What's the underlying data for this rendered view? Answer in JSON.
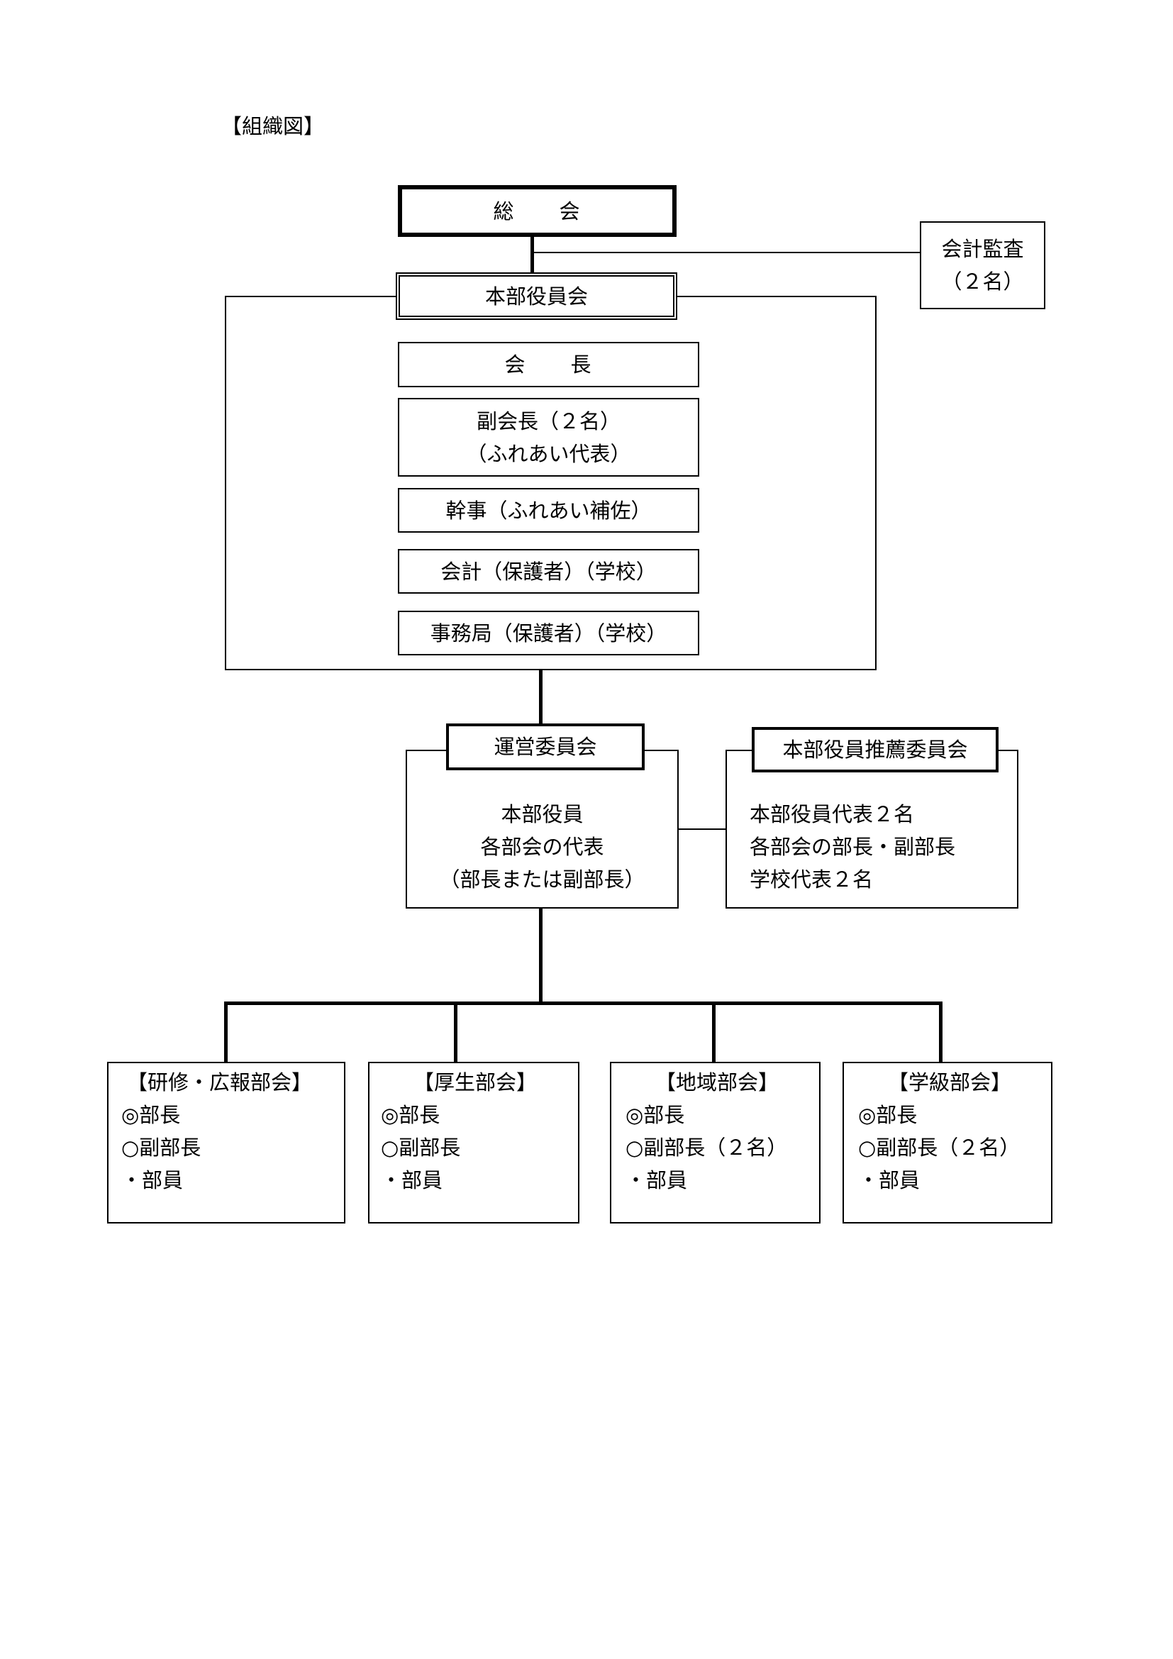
{
  "title": "【組織図】",
  "general_assembly": "総　　会",
  "audit": {
    "line1": "会計監査",
    "line2": "（２名）"
  },
  "hq_board": {
    "label": "本部役員会",
    "members": [
      {
        "line1": "会　　長"
      },
      {
        "line1": "副会長（２名）",
        "line2": "（ふれあい代表）"
      },
      {
        "line1": "幹事（ふれあい補佐）"
      },
      {
        "line1": "会計（保護者）（学校）"
      },
      {
        "line1": "事務局（保護者）（学校）"
      }
    ]
  },
  "steering": {
    "label": "運営委員会",
    "lines": [
      "本部役員",
      "各部会の代表",
      "（部長または副部長）"
    ]
  },
  "nomination": {
    "label": "本部役員推薦委員会",
    "lines": [
      "本部役員代表２名",
      "各部会の部長・副部長",
      "学校代表２名"
    ]
  },
  "departments": [
    {
      "name": "【研修・広報部会】",
      "lines": [
        "◎部長",
        "○副部長",
        "・部員"
      ]
    },
    {
      "name": "【厚生部会】",
      "lines": [
        "◎部長",
        "○副部長",
        "・部員"
      ]
    },
    {
      "name": "【地域部会】",
      "lines": [
        "◎部長",
        "○副部長（２名）",
        "・部員"
      ]
    },
    {
      "name": "【学級部会】",
      "lines": [
        "◎部長",
        "○副部長（２名）",
        "・部員"
      ]
    }
  ]
}
